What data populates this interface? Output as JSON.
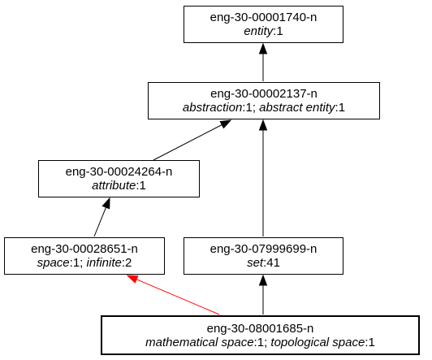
{
  "nodes": [
    {
      "key": "n1740",
      "id": "eng-30-00001740-n",
      "lemmas": [
        {
          "word": "entity",
          "sense": "1"
        }
      ]
    },
    {
      "key": "n2137",
      "id": "eng-30-00002137-n",
      "lemmas": [
        {
          "word": "abstraction",
          "sense": "1"
        },
        {
          "word": "abstract entity",
          "sense": "1"
        }
      ]
    },
    {
      "key": "n24264",
      "id": "eng-30-00024264-n",
      "lemmas": [
        {
          "word": "attribute",
          "sense": "1"
        }
      ]
    },
    {
      "key": "n28651",
      "id": "eng-30-00028651-n",
      "lemmas": [
        {
          "word": "space",
          "sense": "1"
        },
        {
          "word": "infinite",
          "sense": "2"
        }
      ]
    },
    {
      "key": "n7999699",
      "id": "eng-30-07999699-n",
      "lemmas": [
        {
          "word": "set",
          "sense": "41"
        }
      ]
    },
    {
      "key": "n8001685",
      "id": "eng-30-08001685-n",
      "lemmas": [
        {
          "word": "mathematical space",
          "sense": "1"
        },
        {
          "word": "topological space",
          "sense": "1"
        }
      ],
      "focus": true
    }
  ],
  "edges": [
    {
      "from": "n2137",
      "to": "n1740",
      "color": "#000000"
    },
    {
      "from": "n24264",
      "to": "n2137",
      "color": "#000000"
    },
    {
      "from": "n7999699",
      "to": "n2137",
      "color": "#000000"
    },
    {
      "from": "n28651",
      "to": "n24264",
      "color": "#000000"
    },
    {
      "from": "n8001685",
      "to": "n7999699",
      "color": "#000000"
    },
    {
      "from": "n8001685",
      "to": "n28651",
      "color": "#ff0000"
    }
  ]
}
